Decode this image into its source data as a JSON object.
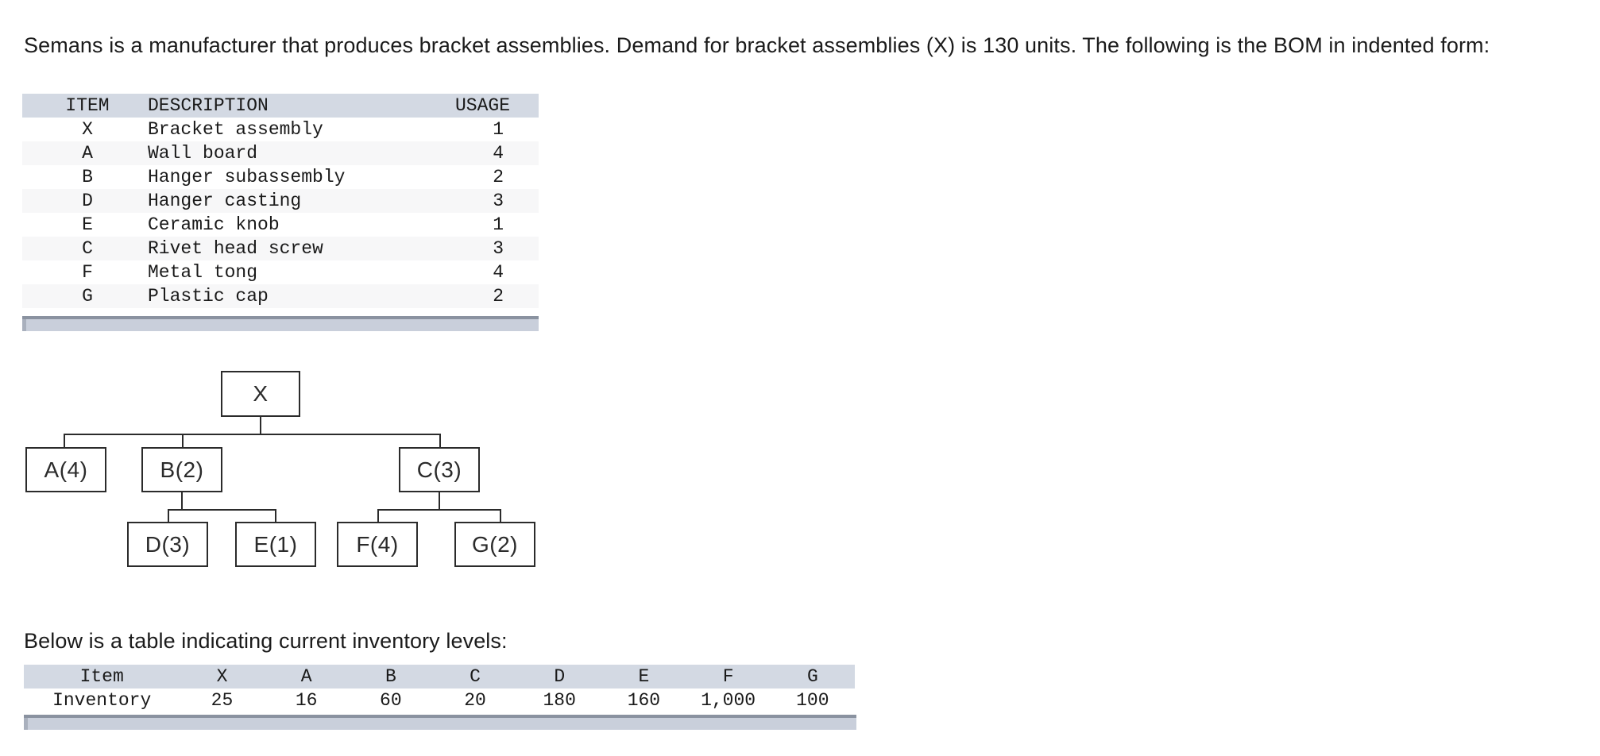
{
  "intro": {
    "paragraph": "Semans is a manufacturer that produces bracket assemblies. Demand for bracket assemblies (X) is 130 units. The following is the BOM in indented form:"
  },
  "bom_table": {
    "name": "bill-of-materials-indented",
    "headers": [
      "ITEM",
      "DESCRIPTION",
      "USAGE"
    ],
    "rows": [
      {
        "item": "X",
        "description": "Bracket assembly",
        "usage": "1"
      },
      {
        "item": "A",
        "description": "Wall board",
        "usage": "4"
      },
      {
        "item": "B",
        "description": "Hanger subassembly",
        "usage": "2"
      },
      {
        "item": "D",
        "description": "Hanger casting",
        "usage": "3"
      },
      {
        "item": "E",
        "description": "Ceramic knob",
        "usage": "1"
      },
      {
        "item": "C",
        "description": "Rivet head screw",
        "usage": "3"
      },
      {
        "item": "F",
        "description": "Metal tong",
        "usage": "4"
      },
      {
        "item": "G",
        "description": "Plastic cap",
        "usage": "2"
      }
    ]
  },
  "bom_tree": {
    "level0": [
      {
        "label": "X"
      }
    ],
    "level1": [
      {
        "label": "A(4)"
      },
      {
        "label": "B(2)"
      },
      {
        "label": "C(3)"
      }
    ],
    "level2": [
      {
        "label": "D(3)"
      },
      {
        "label": "E(1)"
      },
      {
        "label": "F(4)"
      },
      {
        "label": "G(2)"
      }
    ]
  },
  "inventory_lead": {
    "paragraph": "Below is a table indicating current inventory levels:"
  },
  "inventory_table": {
    "name": "current-inventory-levels",
    "header_label": "Item",
    "row_label": "Inventory",
    "columns": [
      "X",
      "A",
      "B",
      "C",
      "D",
      "E",
      "F",
      "G"
    ],
    "values": [
      "25",
      "16",
      "60",
      "20",
      "180",
      "160",
      "1,000",
      "100"
    ]
  },
  "colors": {
    "table_header_bg": "#d3d9e3",
    "table_stripe_bg": "#f7f7f8",
    "scrollbar_track": "#c9cfdb",
    "scrollbar_border": "#8a92a0",
    "text": "#1a1a1a",
    "diagram_stroke": "#2b2b2b"
  }
}
